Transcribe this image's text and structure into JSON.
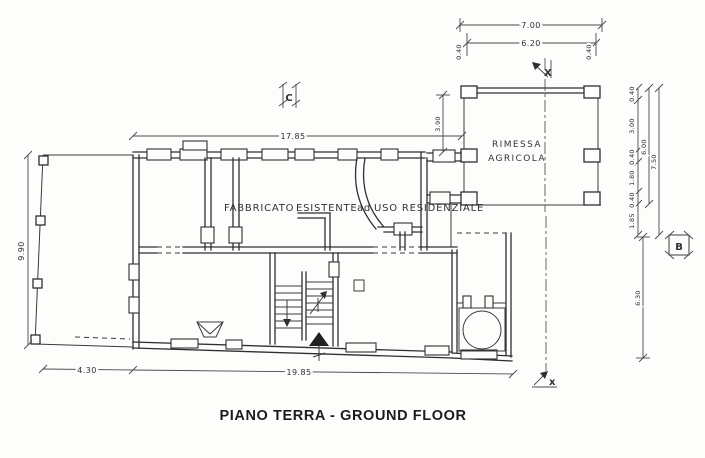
{
  "title": "PIANO TERRA - GROUND FLOOR",
  "building": {
    "label_part1": "FABBRICATO",
    "label_part2": "ESISTENTE",
    "label_part3": "ad",
    "label_part4": "USO RESIDENZIALE"
  },
  "annex": {
    "line1": "RIMESSA",
    "line2": "AGRICOLA"
  },
  "markers": {
    "section_c": "C",
    "section_x_top": "X",
    "section_x_bottom": "x",
    "section_b": "B"
  },
  "dimensions": {
    "annex_width_outer": "7.00",
    "annex_width_inner": "6.20",
    "annex_pillar_left": "0.40",
    "annex_pillar_right": "0.40",
    "main_top_width": "17.85",
    "annex_to_main_gap": "3.90",
    "left_height": "9.90",
    "porch_width": "4.30",
    "main_bottom_width": "19.85",
    "annex_side_segments": [
      "0.40",
      "3.00",
      "0.40",
      "1.80",
      "0.40",
      "1.85"
    ],
    "annex_depth_inner": "6.00",
    "annex_depth_outer": "7.50",
    "courtyard_height": "6.30"
  },
  "colors": {
    "ink": "#2f2f2f",
    "paper": "#fdfdfc"
  }
}
